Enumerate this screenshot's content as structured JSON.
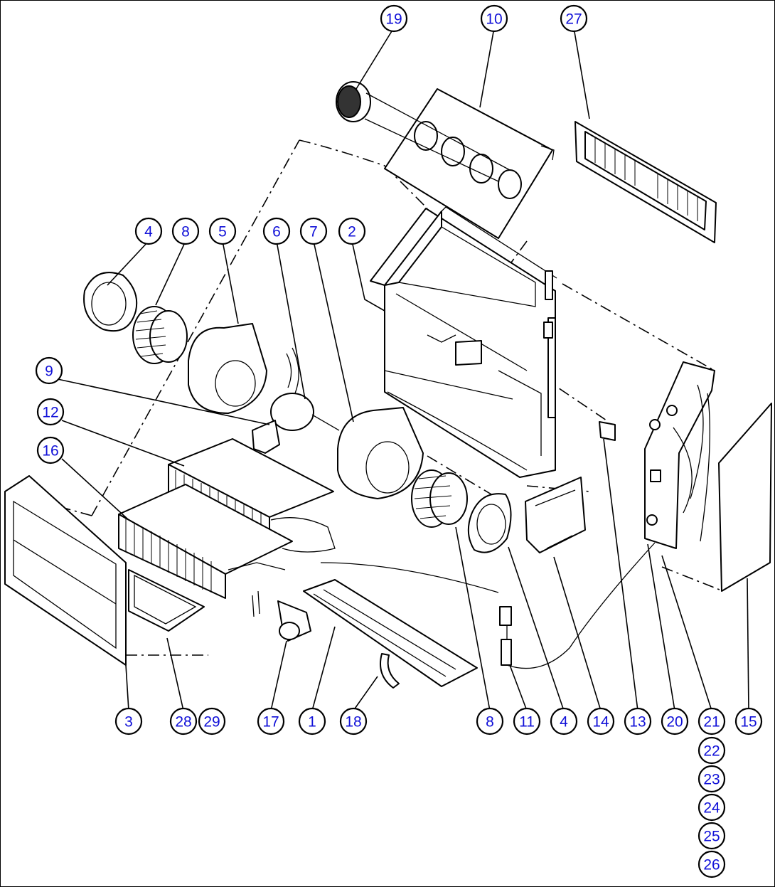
{
  "diagram": {
    "colors": {
      "callout_text": "#1010d8",
      "line": "#000000",
      "background": "#ffffff"
    },
    "callouts": [
      {
        "id": "c-19",
        "label": "19"
      },
      {
        "id": "c-10",
        "label": "10"
      },
      {
        "id": "c-27",
        "label": "27"
      },
      {
        "id": "c-4a",
        "label": "4"
      },
      {
        "id": "c-8a",
        "label": "8"
      },
      {
        "id": "c-5",
        "label": "5"
      },
      {
        "id": "c-6",
        "label": "6"
      },
      {
        "id": "c-7",
        "label": "7"
      },
      {
        "id": "c-2",
        "label": "2"
      },
      {
        "id": "c-9",
        "label": "9"
      },
      {
        "id": "c-12",
        "label": "12"
      },
      {
        "id": "c-16",
        "label": "16"
      },
      {
        "id": "c-3",
        "label": "3"
      },
      {
        "id": "c-28",
        "label": "28"
      },
      {
        "id": "c-29",
        "label": "29"
      },
      {
        "id": "c-17",
        "label": "17"
      },
      {
        "id": "c-1",
        "label": "1"
      },
      {
        "id": "c-18",
        "label": "18"
      },
      {
        "id": "c-8b",
        "label": "8"
      },
      {
        "id": "c-11",
        "label": "11"
      },
      {
        "id": "c-4b",
        "label": "4"
      },
      {
        "id": "c-14",
        "label": "14"
      },
      {
        "id": "c-13",
        "label": "13"
      },
      {
        "id": "c-20",
        "label": "20"
      },
      {
        "id": "c-21",
        "label": "21"
      },
      {
        "id": "c-15",
        "label": "15"
      },
      {
        "id": "c-22",
        "label": "22"
      },
      {
        "id": "c-23",
        "label": "23"
      },
      {
        "id": "c-24",
        "label": "24"
      },
      {
        "id": "c-25",
        "label": "25"
      },
      {
        "id": "c-26",
        "label": "26"
      }
    ]
  }
}
